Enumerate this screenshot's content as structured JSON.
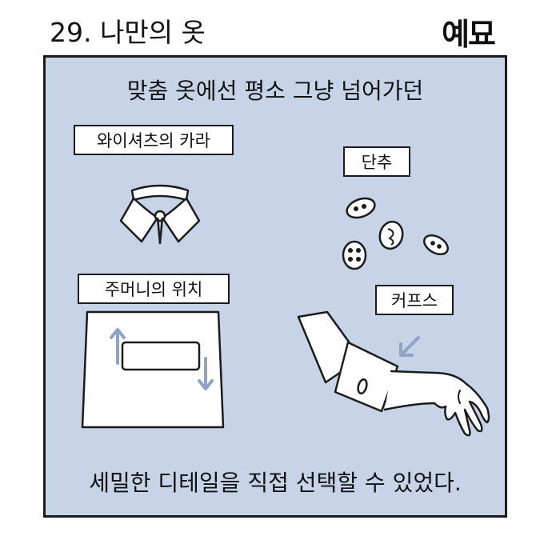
{
  "header": {
    "episode_title": "29. 나만의 옷",
    "brand": "예묘"
  },
  "panel": {
    "caption_top": "맞춤 옷에선 평소 그냥 넘어가던",
    "caption_bottom": "세밀한 디테일을 직접 선택할 수 있었다.",
    "labels": {
      "collar": "와이셔츠의 카라",
      "buttons": "단추",
      "pocket": "주머니의 위치",
      "cuffs": "커프스"
    }
  },
  "colors": {
    "panel_background": "#c7d3e6",
    "arrow_accent": "#8fa3c6",
    "outline": "#1b1b1b"
  }
}
